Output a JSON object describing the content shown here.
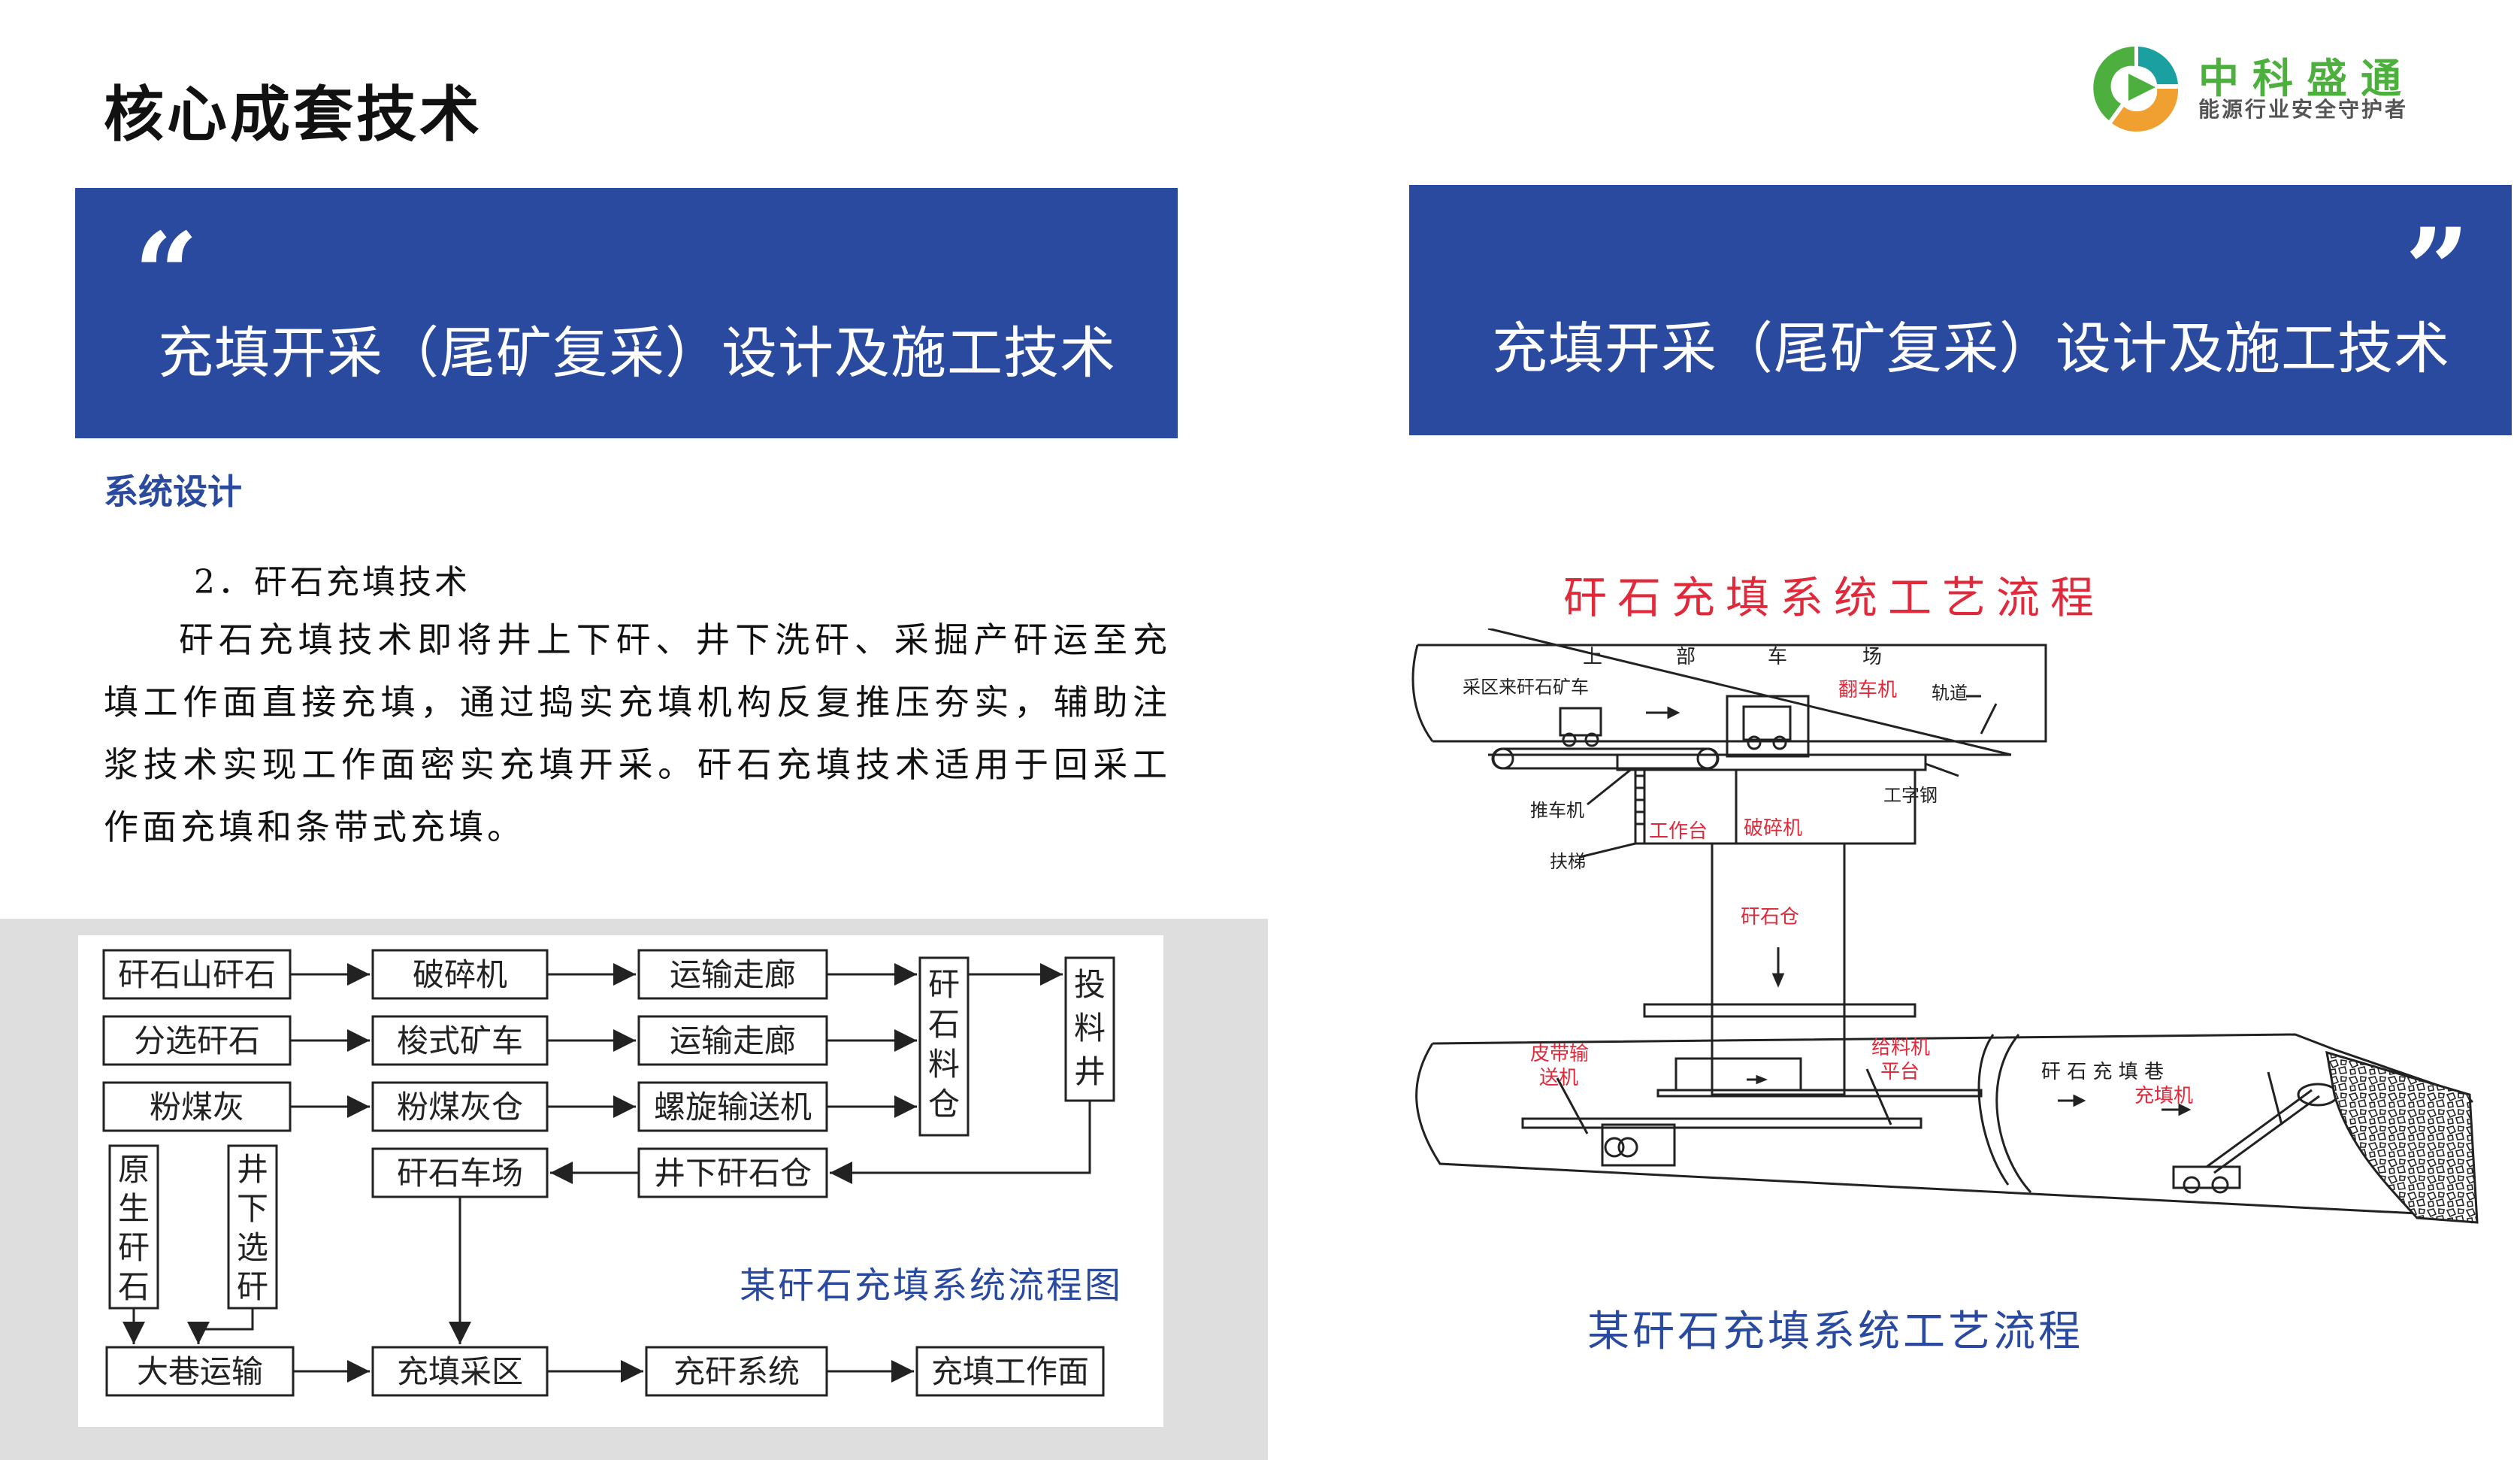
{
  "page": {
    "title": "核心成套技术"
  },
  "logo": {
    "name": "中科盛通",
    "slogan": "能源行业安全守护者",
    "colors": {
      "green": "#4caf3e",
      "teal": "#1aa0a0",
      "orange": "#f0a030"
    }
  },
  "banner_left": {
    "quote": "“",
    "text": "充填开采（尾矿复采）设计及施工技术"
  },
  "banner_right": {
    "quote": "”",
    "text": "充填开采（尾矿复采）设计及施工技术"
  },
  "section": {
    "heading": "系统设计",
    "subheading": "2．矸石充填技术",
    "paragraph": "矸石充填技术即将井上下矸、井下洗矸、采掘产矸运至充填工作面直接充填，通过捣实充填机构反复推压夯实，辅助注浆技术实现工作面密实充填开采。矸石充填技术适用于回采工作面充填和条带式充填。"
  },
  "flowchart": {
    "boxes": {
      "r1c1": "矸石山矸石",
      "r1c2": "破碎机",
      "r1c3": "运输走廊",
      "r2c1": "分选矸石",
      "r2c2": "梭式矿车",
      "r2c3": "运输走廊",
      "r3c1": "粉煤灰",
      "r3c2": "粉煤灰仓",
      "r3c3": "螺旋输送机",
      "storage_bin": [
        "矸",
        "石",
        "料",
        "仓"
      ],
      "shaft": [
        "投",
        "料",
        "井"
      ],
      "yard": "矸石车场",
      "underground_bin": "井下矸石仓",
      "raw_gangue": [
        "原",
        "生",
        "矸",
        "石"
      ],
      "underground_wash": [
        "井",
        "下",
        "选",
        "矸"
      ],
      "roadway": "大巷运输",
      "fill_area": "充填采区",
      "fill_system": "充矸系统",
      "face": "充填工作面"
    },
    "caption": "某矸石充填系统流程图"
  },
  "diagram": {
    "title": "矸石充填系统工艺流程",
    "labels": {
      "upper_yard": [
        "上",
        "部",
        "车",
        "场"
      ],
      "mine_car": "采区来矸石矿车",
      "tippler": "翻车机",
      "track": "轨道",
      "pusher": "推车机",
      "i_beam": "工字钢",
      "platform": "工作台",
      "crusher": "破碎机",
      "ladder": "扶梯",
      "gangue_bin": "矸石仓",
      "belt_conveyor": [
        "皮带输",
        "送机"
      ],
      "feeder_platform": [
        "给料机",
        "平台"
      ],
      "fill_lane": "矸 石 充 填 巷",
      "filler": "充填机"
    },
    "caption": "某矸石充填系统工艺流程",
    "colors": {
      "red_label": "#e0293a",
      "line": "#222222"
    }
  }
}
